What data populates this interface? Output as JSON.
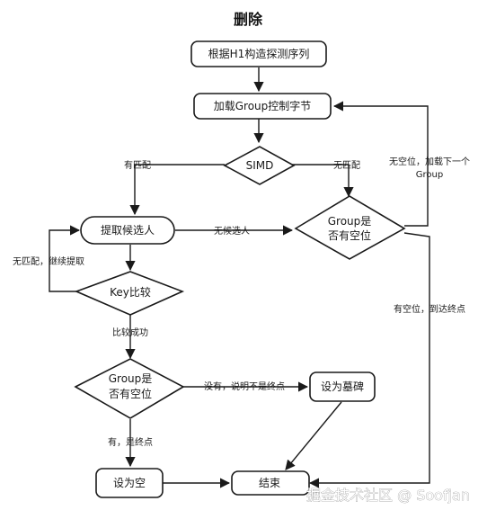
{
  "title": "删除",
  "nodes": {
    "build_probe": "根据H1构造探测序列",
    "load_group": "加载Group控制字节",
    "simd": "SIMD",
    "extract_candidate": "提取候选人",
    "group_empty_1": [
      "Group是",
      "否有空位"
    ],
    "key_compare": "Key比较",
    "group_empty_2": [
      "Group是",
      "否有空位"
    ],
    "set_tombstone": "设为墓碑",
    "set_empty": "设为空",
    "end": "结束"
  },
  "edge_labels": {
    "has_match": "有匹配",
    "no_match": "无匹配",
    "no_candidate": "无候选人",
    "no_match_continue": "无匹配，继续提取",
    "compare_success": "比较成功",
    "no_empty_load_next": [
      "无空位，加载下一个",
      "Group"
    ],
    "has_empty_reach_end": "有空位，到达终点",
    "no_not_end": "没有，说明不是终点",
    "yes_is_end": "有，是终点"
  },
  "watermark": "掘金技术社区 @ Soofjan"
}
